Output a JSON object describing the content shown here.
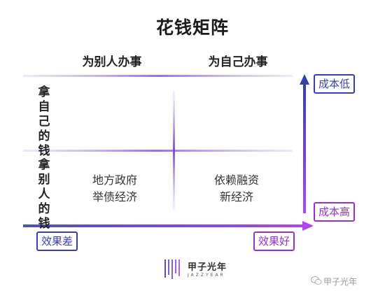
{
  "title": "花钱矩阵",
  "columns": [
    "为别人办事",
    "为自己办事"
  ],
  "rows": [
    "拿自己的钱",
    "拿别人的钱"
  ],
  "cells": {
    "bottom_left": [
      "地方政府",
      "举债经济"
    ],
    "bottom_right": [
      "依赖融资",
      "新经济"
    ]
  },
  "axes": {
    "x_low": "效果差",
    "x_high": "效果好",
    "y_low": "成本高",
    "y_high": "成本低"
  },
  "logo": {
    "name": "甲子光年",
    "sub": "JAZZYEAR"
  },
  "watermark": "甲子光年",
  "colors": {
    "x_low_color": "#3a3fb0",
    "x_high_color": "#9b2fd6",
    "y_high_color": "#3a3fb0",
    "y_low_color": "#9b2fd6",
    "axis_start": "#3540ad",
    "axis_end": "#b044ee"
  }
}
